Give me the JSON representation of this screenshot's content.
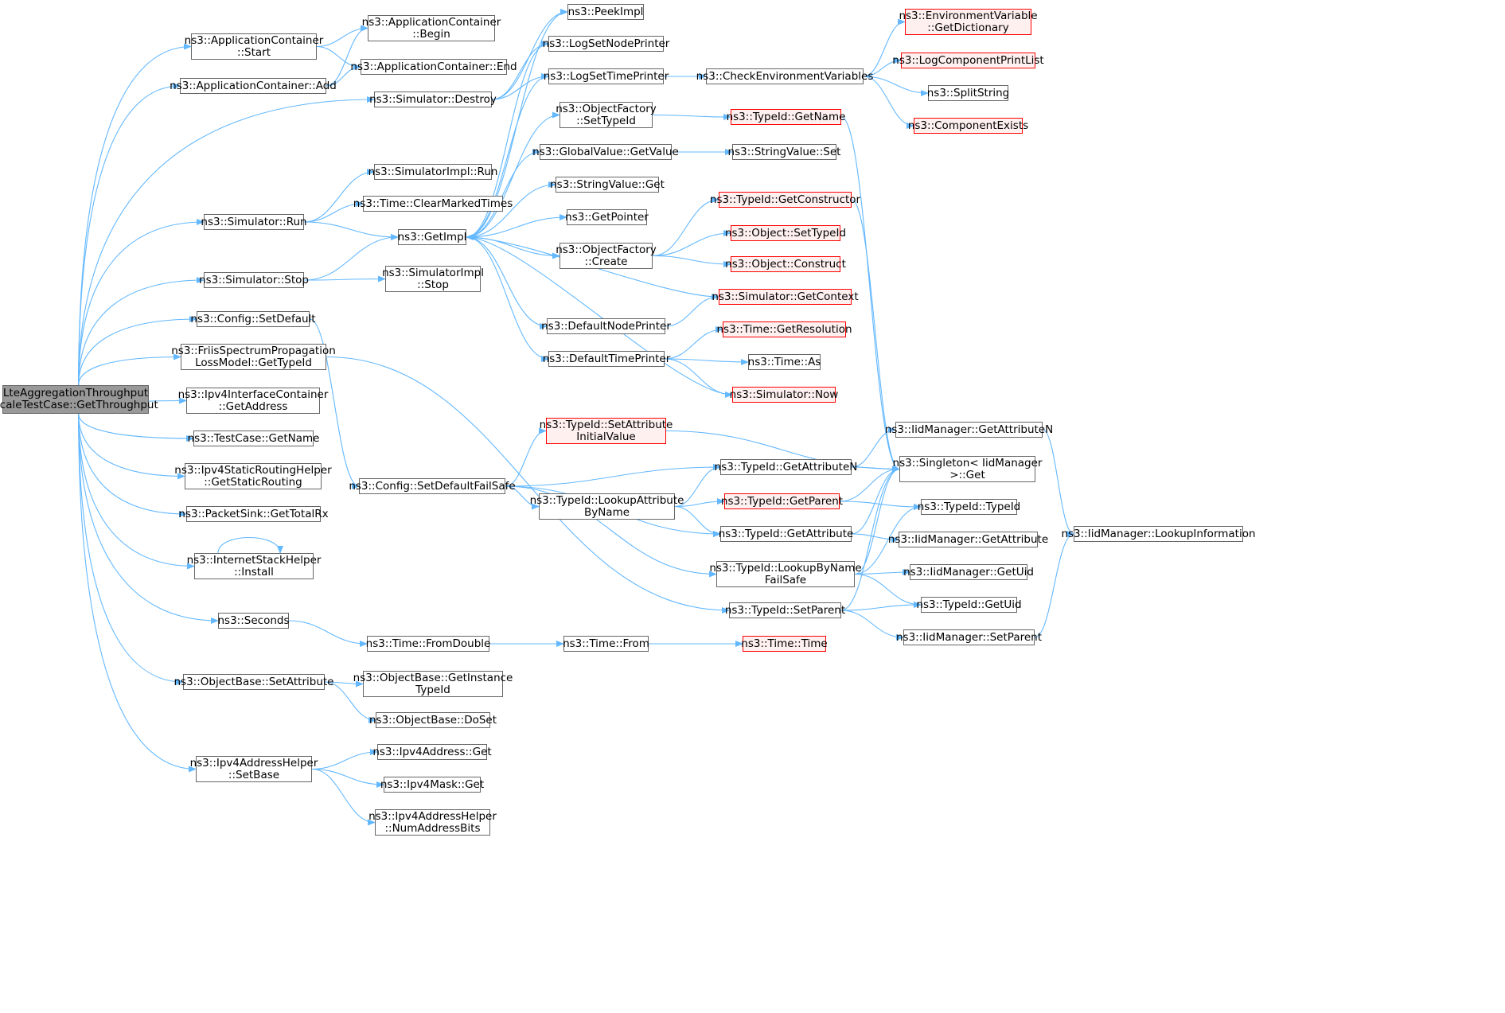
{
  "colors": {
    "edge": "#63b8ff",
    "border": "#666666",
    "red_border": "#ff0000",
    "red_fill": "#fff0f0",
    "root_fill": "#999999"
  },
  "nodes": [
    {
      "id": "root",
      "label": "LteAggregationThroughput\nScaleTestCase::GetThroughput",
      "style": "root"
    },
    {
      "id": "appStart",
      "label": "ns3::ApplicationContainer\n::Start"
    },
    {
      "id": "appAdd",
      "label": "ns3::ApplicationContainer::Add"
    },
    {
      "id": "appBegin",
      "label": "ns3::ApplicationContainer\n::Begin"
    },
    {
      "id": "appEnd",
      "label": "ns3::ApplicationContainer::End"
    },
    {
      "id": "simDestroy",
      "label": "ns3::Simulator::Destroy"
    },
    {
      "id": "simImplRun",
      "label": "ns3::SimulatorImpl::Run"
    },
    {
      "id": "timeClear",
      "label": "ns3::Time::ClearMarkedTimes"
    },
    {
      "id": "simRun",
      "label": "ns3::Simulator::Run"
    },
    {
      "id": "getImpl",
      "label": "ns3::GetImpl"
    },
    {
      "id": "simStop",
      "label": "ns3::Simulator::Stop"
    },
    {
      "id": "simImplStop",
      "label": "ns3::SimulatorImpl\n::Stop"
    },
    {
      "id": "cfgSetDefault",
      "label": "ns3::Config::SetDefault"
    },
    {
      "id": "friis",
      "label": "ns3::FriisSpectrumPropagation\nLossModel::GetTypeId"
    },
    {
      "id": "ipv4IfAddr",
      "label": "ns3::Ipv4InterfaceContainer\n::GetAddress"
    },
    {
      "id": "tcGetName",
      "label": "ns3::TestCase::GetName"
    },
    {
      "id": "ipv4Static",
      "label": "ns3::Ipv4StaticRoutingHelper\n::GetStaticRouting"
    },
    {
      "id": "pktSink",
      "label": "ns3::PacketSink::GetTotalRx"
    },
    {
      "id": "inetInstall",
      "label": "ns3::InternetStackHelper\n::Install"
    },
    {
      "id": "seconds",
      "label": "ns3::Seconds"
    },
    {
      "id": "objSetAttr",
      "label": "ns3::ObjectBase::SetAttribute"
    },
    {
      "id": "ipv4SetBase",
      "label": "ns3::Ipv4AddressHelper\n::SetBase"
    },
    {
      "id": "peekImpl",
      "label": "ns3::PeekImpl"
    },
    {
      "id": "logNodePr",
      "label": "ns3::LogSetNodePrinter"
    },
    {
      "id": "logTimePr",
      "label": "ns3::LogSetTimePrinter"
    },
    {
      "id": "ofSetTypeId",
      "label": "ns3::ObjectFactory\n::SetTypeId"
    },
    {
      "id": "gvGetValue",
      "label": "ns3::GlobalValue::GetValue"
    },
    {
      "id": "svGet",
      "label": "ns3::StringValue::Get"
    },
    {
      "id": "getPointer",
      "label": "ns3::GetPointer"
    },
    {
      "id": "ofCreate",
      "label": "ns3::ObjectFactory\n::Create"
    },
    {
      "id": "defNodePr",
      "label": "ns3::DefaultNodePrinter"
    },
    {
      "id": "defTimePr",
      "label": "ns3::DefaultTimePrinter"
    },
    {
      "id": "checkEnv",
      "label": "ns3::CheckEnvironmentVariables"
    },
    {
      "id": "envGetDict",
      "label": "ns3::EnvironmentVariable\n::GetDictionary",
      "style": "red"
    },
    {
      "id": "logCompList",
      "label": "ns3::LogComponentPrintList",
      "style": "red"
    },
    {
      "id": "splitStr",
      "label": "ns3::SplitString"
    },
    {
      "id": "compExists",
      "label": "ns3::ComponentExists",
      "style": "red"
    },
    {
      "id": "tidGetName",
      "label": "ns3::TypeId::GetName",
      "style": "red"
    },
    {
      "id": "svSet",
      "label": "ns3::StringValue::Set"
    },
    {
      "id": "tidGetCtor",
      "label": "ns3::TypeId::GetConstructor",
      "style": "red"
    },
    {
      "id": "objSetTid",
      "label": "ns3::Object::SetTypeId",
      "style": "red"
    },
    {
      "id": "objConstruct",
      "label": "ns3::Object::Construct",
      "style": "red"
    },
    {
      "id": "simGetCtx",
      "label": "ns3::Simulator::GetContext",
      "style": "red"
    },
    {
      "id": "timeGetRes",
      "label": "ns3::Time::GetResolution",
      "style": "red"
    },
    {
      "id": "timeAs",
      "label": "ns3::Time::As"
    },
    {
      "id": "simNow",
      "label": "ns3::Simulator::Now",
      "style": "red"
    },
    {
      "id": "tidSetAttrInit",
      "label": "ns3::TypeId::SetAttribute\nInitialValue",
      "style": "red"
    },
    {
      "id": "cfgSetDefFS",
      "label": "ns3::Config::SetDefaultFailSafe"
    },
    {
      "id": "tidGetAttrN",
      "label": "ns3::TypeId::GetAttributeN"
    },
    {
      "id": "tidLookupAttr",
      "label": "ns3::TypeId::LookupAttribute\nByName"
    },
    {
      "id": "tidGetParent",
      "label": "ns3::TypeId::GetParent",
      "style": "red"
    },
    {
      "id": "tidGetAttr",
      "label": "ns3::TypeId::GetAttribute"
    },
    {
      "id": "tidLookupFS",
      "label": "ns3::TypeId::LookupByName\nFailSafe"
    },
    {
      "id": "tidSetParent",
      "label": "ns3::TypeId::SetParent"
    },
    {
      "id": "timeFromDouble",
      "label": "ns3::Time::FromDouble"
    },
    {
      "id": "timeFrom",
      "label": "ns3::Time::From"
    },
    {
      "id": "timeTime",
      "label": "ns3::Time::Time",
      "style": "red"
    },
    {
      "id": "objGetInstTid",
      "label": "ns3::ObjectBase::GetInstance\nTypeId"
    },
    {
      "id": "objDoSet",
      "label": "ns3::ObjectBase::DoSet"
    },
    {
      "id": "ipv4AddrGet",
      "label": "ns3::Ipv4Address::Get"
    },
    {
      "id": "ipv4MaskGet",
      "label": "ns3::Ipv4Mask::Get"
    },
    {
      "id": "ipv4NumBits",
      "label": "ns3::Ipv4AddressHelper\n::NumAddressBits"
    },
    {
      "id": "iidGetAttrN",
      "label": "ns3::IidManager::GetAttributeN"
    },
    {
      "id": "singletonGet",
      "label": "ns3::Singleton< IidManager\n>::Get"
    },
    {
      "id": "tidTypeId",
      "label": "ns3::TypeId::TypeId"
    },
    {
      "id": "iidGetAttr",
      "label": "ns3::IidManager::GetAttribute"
    },
    {
      "id": "iidGetUid",
      "label": "ns3::IidManager::GetUid"
    },
    {
      "id": "tidGetUid",
      "label": "ns3::TypeId::GetUid"
    },
    {
      "id": "iidSetParent",
      "label": "ns3::IidManager::SetParent"
    },
    {
      "id": "iidLookupInfo",
      "label": "ns3::IidManager::LookupInformation"
    }
  ],
  "edges": [
    [
      "root",
      "appStart"
    ],
    [
      "root",
      "appAdd"
    ],
    [
      "root",
      "simDestroy"
    ],
    [
      "root",
      "simRun"
    ],
    [
      "root",
      "simStop"
    ],
    [
      "root",
      "cfgSetDefault"
    ],
    [
      "root",
      "friis"
    ],
    [
      "root",
      "ipv4IfAddr"
    ],
    [
      "root",
      "tcGetName"
    ],
    [
      "root",
      "ipv4Static"
    ],
    [
      "root",
      "pktSink"
    ],
    [
      "root",
      "inetInstall"
    ],
    [
      "root",
      "seconds"
    ],
    [
      "root",
      "objSetAttr"
    ],
    [
      "root",
      "ipv4SetBase"
    ],
    [
      "appStart",
      "appBegin"
    ],
    [
      "appStart",
      "appEnd"
    ],
    [
      "appAdd",
      "appBegin"
    ],
    [
      "appAdd",
      "appEnd"
    ],
    [
      "simDestroy",
      "peekImpl"
    ],
    [
      "simDestroy",
      "logNodePr"
    ],
    [
      "simDestroy",
      "logTimePr"
    ],
    [
      "simRun",
      "simImplRun"
    ],
    [
      "simRun",
      "timeClear"
    ],
    [
      "simRun",
      "getImpl"
    ],
    [
      "simStop",
      "getImpl"
    ],
    [
      "simStop",
      "simImplStop"
    ],
    [
      "cfgSetDefault",
      "cfgSetDefFS"
    ],
    [
      "friis",
      "tidSetParent"
    ],
    [
      "inetInstall",
      "inetInstall"
    ],
    [
      "seconds",
      "timeFromDouble"
    ],
    [
      "objSetAttr",
      "objGetInstTid"
    ],
    [
      "objSetAttr",
      "objDoSet"
    ],
    [
      "ipv4SetBase",
      "ipv4AddrGet"
    ],
    [
      "ipv4SetBase",
      "ipv4MaskGet"
    ],
    [
      "ipv4SetBase",
      "ipv4NumBits"
    ],
    [
      "getImpl",
      "peekImpl"
    ],
    [
      "getImpl",
      "logNodePr"
    ],
    [
      "getImpl",
      "logTimePr"
    ],
    [
      "getImpl",
      "ofSetTypeId"
    ],
    [
      "getImpl",
      "gvGetValue"
    ],
    [
      "getImpl",
      "svGet"
    ],
    [
      "getImpl",
      "getPointer"
    ],
    [
      "getImpl",
      "ofCreate"
    ],
    [
      "getImpl",
      "defNodePr"
    ],
    [
      "getImpl",
      "defTimePr"
    ],
    [
      "simGetCtx",
      "getImpl"
    ],
    [
      "simNow",
      "getImpl"
    ],
    [
      "logTimePr",
      "checkEnv"
    ],
    [
      "checkEnv",
      "envGetDict"
    ],
    [
      "checkEnv",
      "logCompList"
    ],
    [
      "checkEnv",
      "splitStr"
    ],
    [
      "checkEnv",
      "compExists"
    ],
    [
      "ofSetTypeId",
      "tidGetName"
    ],
    [
      "gvGetValue",
      "svSet"
    ],
    [
      "ofCreate",
      "tidGetCtor"
    ],
    [
      "ofCreate",
      "objSetTid"
    ],
    [
      "ofCreate",
      "objConstruct"
    ],
    [
      "defNodePr",
      "simGetCtx"
    ],
    [
      "defTimePr",
      "timeGetRes"
    ],
    [
      "defTimePr",
      "timeAs"
    ],
    [
      "defTimePr",
      "simNow"
    ],
    [
      "tidGetName",
      "singletonGet"
    ],
    [
      "tidGetCtor",
      "singletonGet"
    ],
    [
      "cfgSetDefFS",
      "tidSetAttrInit"
    ],
    [
      "cfgSetDefFS",
      "tidGetAttrN"
    ],
    [
      "cfgSetDefFS",
      "tidLookupAttr"
    ],
    [
      "cfgSetDefFS",
      "tidGetAttr"
    ],
    [
      "cfgSetDefFS",
      "tidLookupFS"
    ],
    [
      "tidSetAttrInit",
      "singletonGet"
    ],
    [
      "tidGetAttrN",
      "iidGetAttrN"
    ],
    [
      "tidGetAttrN",
      "singletonGet"
    ],
    [
      "tidLookupAttr",
      "tidGetAttrN"
    ],
    [
      "tidLookupAttr",
      "tidGetParent"
    ],
    [
      "tidLookupAttr",
      "tidGetAttr"
    ],
    [
      "tidGetParent",
      "singletonGet"
    ],
    [
      "tidGetParent",
      "tidTypeId"
    ],
    [
      "tidGetAttr",
      "singletonGet"
    ],
    [
      "tidGetAttr",
      "iidGetAttr"
    ],
    [
      "tidLookupFS",
      "singletonGet"
    ],
    [
      "tidLookupFS",
      "tidTypeId"
    ],
    [
      "tidLookupFS",
      "iidGetUid"
    ],
    [
      "tidLookupFS",
      "tidGetUid"
    ],
    [
      "tidSetParent",
      "singletonGet"
    ],
    [
      "tidSetParent",
      "tidGetUid"
    ],
    [
      "tidSetParent",
      "iidSetParent"
    ],
    [
      "iidGetAttrN",
      "iidLookupInfo"
    ],
    [
      "iidSetParent",
      "iidLookupInfo"
    ],
    [
      "timeFromDouble",
      "timeFrom"
    ],
    [
      "timeFrom",
      "timeTime"
    ]
  ]
}
